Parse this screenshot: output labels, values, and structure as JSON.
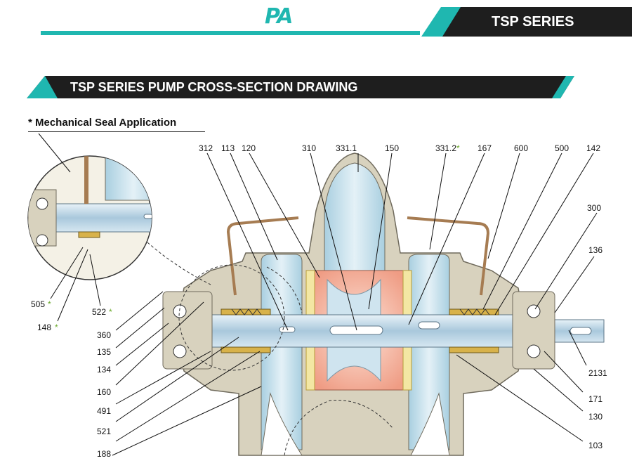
{
  "header": {
    "logo": "PA",
    "series": "TSP SERIES"
  },
  "title": "TSP SERIES PUMP CROSS-SECTION DRAWING",
  "subtitle": "* Mechanical Seal Application",
  "colors": {
    "accent": "#1fb7b0",
    "dark": "#1e1e1e",
    "casing": "#d8d2be",
    "impeller": "#f2a890",
    "shaft": "#bcd6e6",
    "gold": "#d8b24a"
  },
  "labels": {
    "l312": "312",
    "l113": "113",
    "l120": "120",
    "l310": "310",
    "l3311": "331.1",
    "l150": "150",
    "l3312": "331.2",
    "l167": "167",
    "l600": "600",
    "l500": "500",
    "l142": "142",
    "l300": "300",
    "l136": "136",
    "l505": "505",
    "l522": "522",
    "l148": "148",
    "l360": "360",
    "l135": "135",
    "l134": "134",
    "l160": "160",
    "l491": "491",
    "l521": "521",
    "l188": "188",
    "l2131": "2131",
    "l171": "171",
    "l130": "130",
    "l103": "103",
    "star": "*"
  }
}
